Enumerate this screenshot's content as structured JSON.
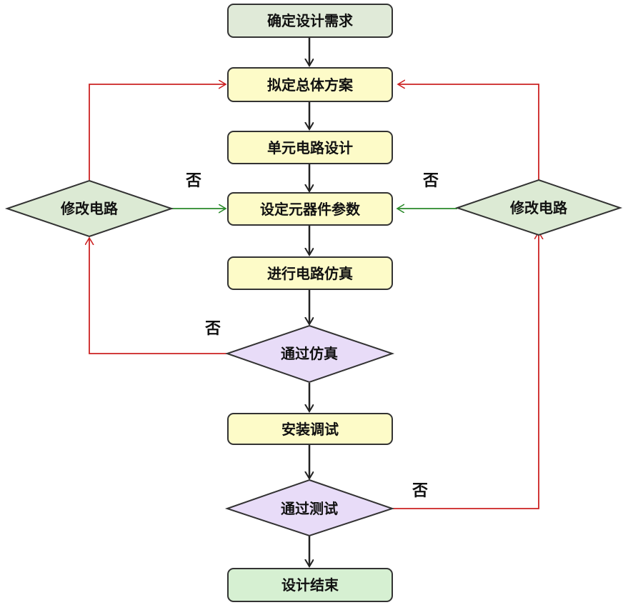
{
  "diagram": {
    "type": "flowchart",
    "colors": {
      "start": "#e0ead8",
      "process": "#fdfbc8",
      "decision": "#e8dcf8",
      "modify": "#dcead4",
      "end": "#d6f0d2",
      "border": "#333333",
      "arrow_main": "#222222",
      "arrow_loop_red": "#cc2222",
      "arrow_loop_green": "#2a8a2a"
    },
    "nodes": {
      "start": "确定设计需求",
      "plan": "拟定总体方案",
      "unit": "单元电路设计",
      "params": "设定元器件参数",
      "simulate": "进行电路仿真",
      "pass_sim": "通过仿真",
      "install": "安装调试",
      "pass_test": "通过测试",
      "end": "设计结束",
      "modify_left": "修改电路",
      "modify_right": "修改电路"
    },
    "edge_labels": {
      "no_left_top": "否",
      "no_right_top": "否",
      "no_sim": "否",
      "no_test": "否"
    }
  }
}
